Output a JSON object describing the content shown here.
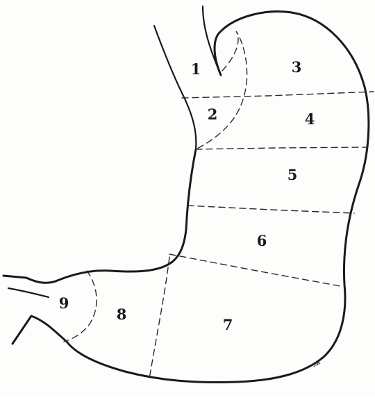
{
  "regions": [
    {
      "label": "1"
    },
    {
      "label": "2"
    },
    {
      "label": "3"
    },
    {
      "label": "4"
    },
    {
      "label": "5"
    },
    {
      "label": "6"
    },
    {
      "label": "7"
    },
    {
      "label": "8"
    },
    {
      "label": "9"
    }
  ],
  "signature": "ቃ",
  "colors": {
    "stroke": "#1a1a1a",
    "background": "#fdfdfc"
  }
}
